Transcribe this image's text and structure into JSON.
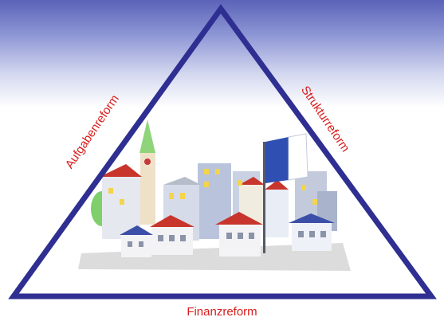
{
  "diagram": {
    "labels": {
      "left_side": "Aufgabenreform",
      "right_side": "Strukturreform",
      "base": "Finanzreform"
    },
    "colors": {
      "triangle": "#2f2f92",
      "label": "#d81c1c",
      "background_top": "#5a63b8"
    },
    "illustration": "town-skyline-with-church-and-flag"
  }
}
